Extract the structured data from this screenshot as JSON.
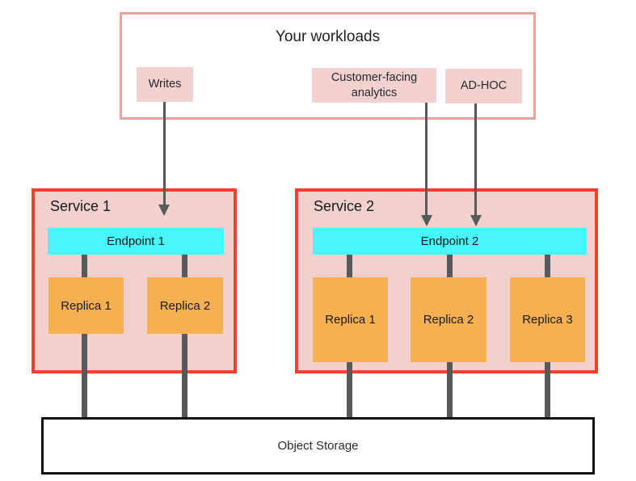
{
  "workloads": {
    "title": "Your workloads",
    "chips": [
      {
        "label": "Writes"
      },
      {
        "label": "Customer-facing analytics"
      },
      {
        "label": "AD-HOC"
      }
    ]
  },
  "services": [
    {
      "title": "Service 1",
      "endpoint": "Endpoint 1",
      "replicas": [
        "Replica 1",
        "Replica 2"
      ]
    },
    {
      "title": "Service 2",
      "endpoint": "Endpoint 2",
      "replicas": [
        "Replica 1",
        "Replica 2",
        "Replica 3"
      ]
    }
  ],
  "storage": {
    "label": "Object Storage"
  },
  "colors": {
    "red": "#f4402c",
    "salmon": "#e8a2a0",
    "pink": "#f2d0cd",
    "chip": "#f2d1cf",
    "cyan": "#47f6fa",
    "orange": "#f6b051",
    "gray": "#58595b"
  }
}
